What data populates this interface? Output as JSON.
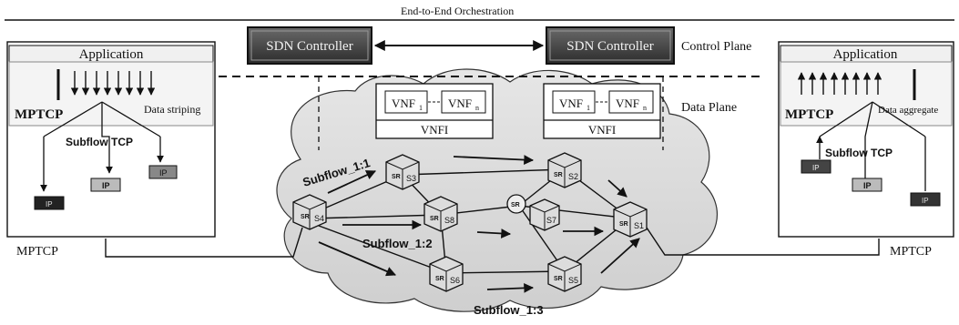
{
  "top_title": "End-to-End Orchestration",
  "controller_label": "SDN Controller",
  "control_plane_label": "Control Plane",
  "data_plane_label": "Data Plane",
  "left_host": {
    "application": "Application",
    "mptcp": "MPTCP",
    "striping": "Data striping",
    "subflow_tcp": "Subflow TCP",
    "ip": "IP",
    "bottom_label": "MPTCP"
  },
  "right_host": {
    "application": "Application",
    "mptcp": "MPTCP",
    "aggregate": "Data aggregate",
    "subflow_tcp": "Subflow TCP",
    "ip": "IP",
    "bottom_label": "MPTCP"
  },
  "vnfi_left": {
    "vnf_a": "VNF",
    "vnf_a_sub": "1",
    "vnf_b": "VNF",
    "vnf_b_sub": "n",
    "label": "VNFI"
  },
  "vnfi_right": {
    "vnf_a": "VNF",
    "vnf_a_sub": "1",
    "vnf_b": "VNF",
    "vnf_b_sub": "n",
    "label": "VNFI"
  },
  "router_text": "SR",
  "routers": [
    "S1",
    "S2",
    "S3",
    "S4",
    "S5",
    "S6",
    "S7",
    "S8"
  ],
  "subflows": [
    "Subflow_1:1",
    "Subflow_1:2",
    "Subflow_1:3"
  ]
}
